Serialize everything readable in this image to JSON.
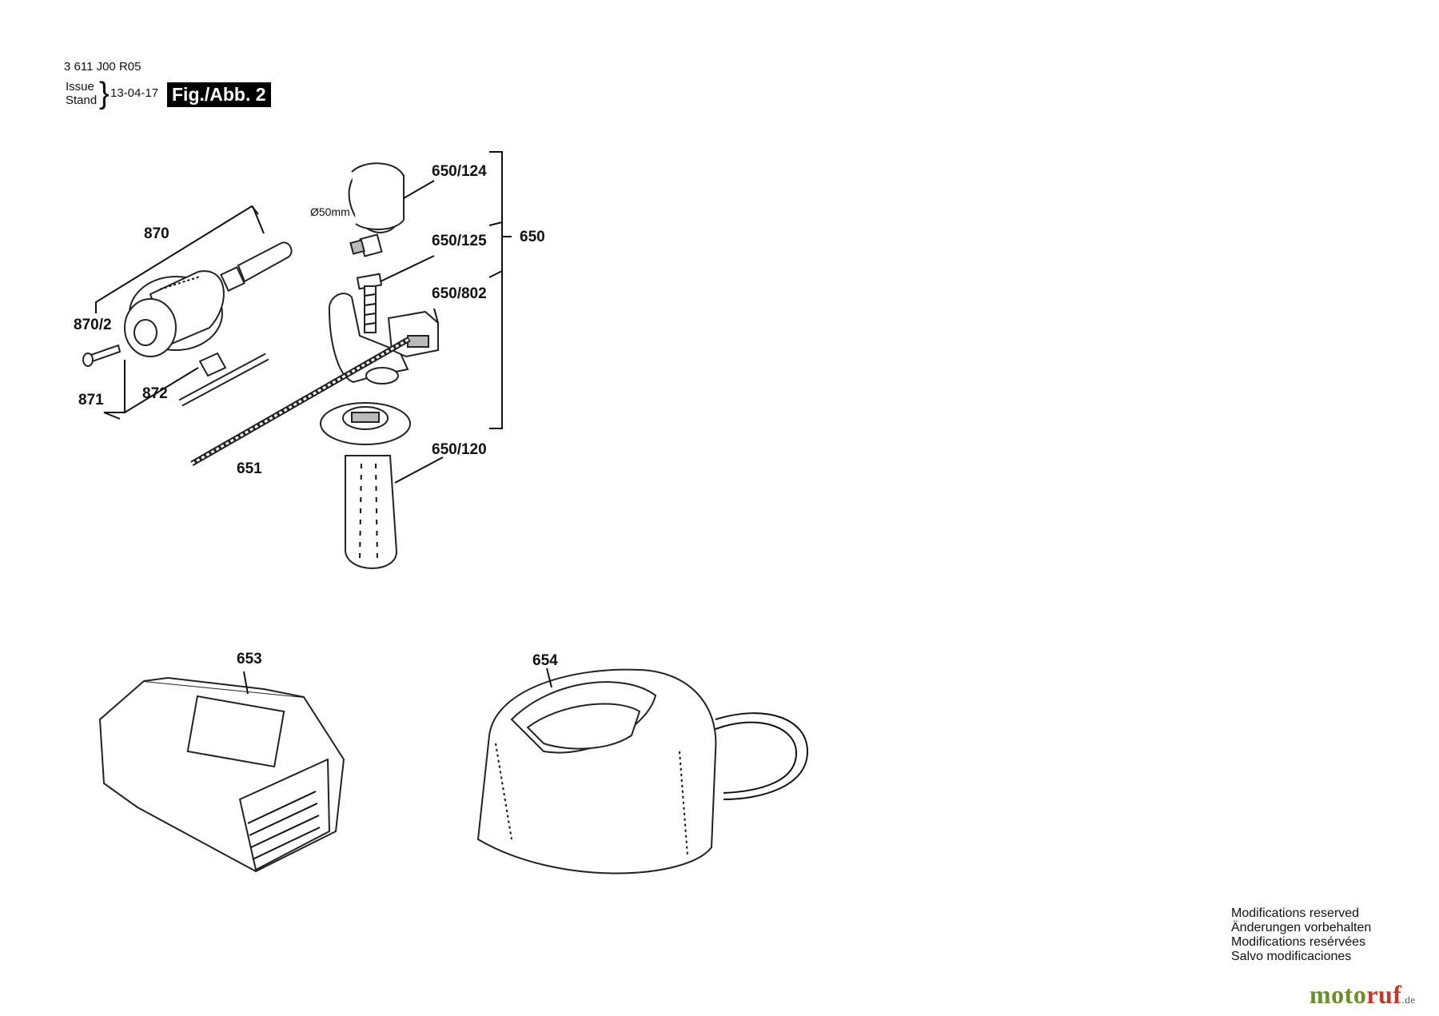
{
  "header": {
    "part_number": "3 611 J00 R05",
    "issue_label": "Issue",
    "stand_label": "Stand",
    "date": "13-04-17",
    "figure": "Fig./Abb. 2"
  },
  "labels": {
    "p650_124": "650/124",
    "p650_125": "650/125",
    "p650_802": "650/802",
    "p650_120": "650/120",
    "p650": "650",
    "p870": "870",
    "p870_2": "870/2",
    "p871": "871",
    "p872": "872",
    "p651": "651",
    "p653": "653",
    "p654": "654",
    "diameter": "Ø50mm"
  },
  "notes": [
    "Modifications reserved",
    "Änderungen vorbehalten",
    "Modifications resérvées",
    "Salvo modificaciones"
  ],
  "logo": {
    "main1": "moto",
    "main2": "ruf",
    "suffix": ".de"
  }
}
